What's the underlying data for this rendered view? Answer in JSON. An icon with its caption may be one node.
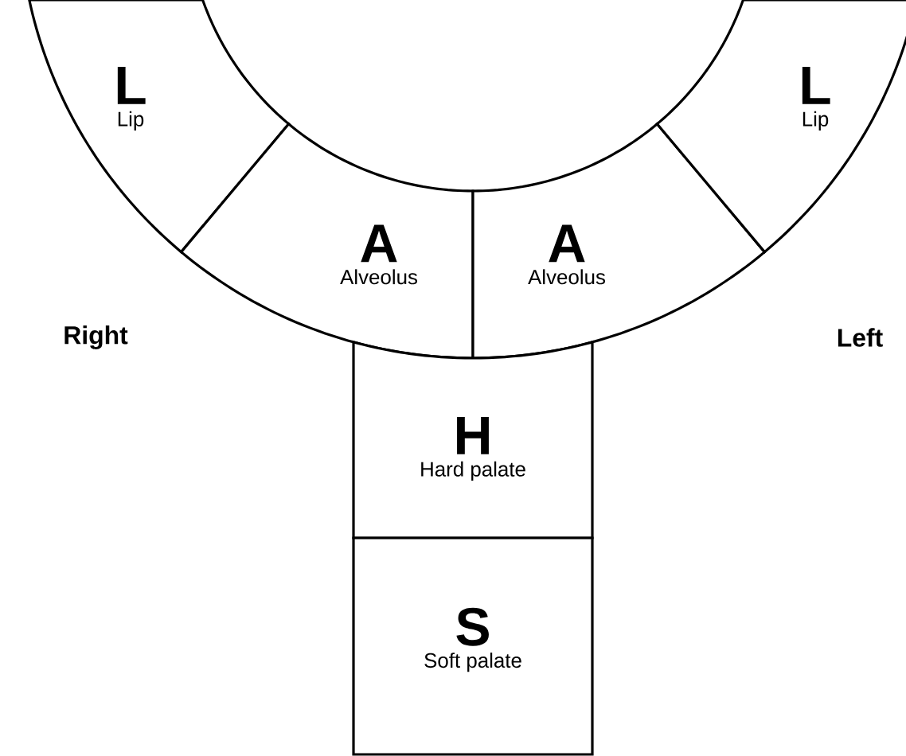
{
  "diagram": {
    "nodes": [
      {
        "text": [
          "L",
          "Lip"
        ]
      },
      {
        "text": [
          "A",
          "Alveolus"
        ]
      },
      {
        "text": [
          "A",
          "Alveolus"
        ]
      },
      {
        "text": [
          "L",
          "Lip"
        ]
      },
      {
        "text": [
          "H",
          "Hard palate"
        ]
      },
      {
        "text": [
          "S",
          "Soft palate"
        ]
      }
    ],
    "labels": [
      "Right",
      "Left"
    ]
  }
}
